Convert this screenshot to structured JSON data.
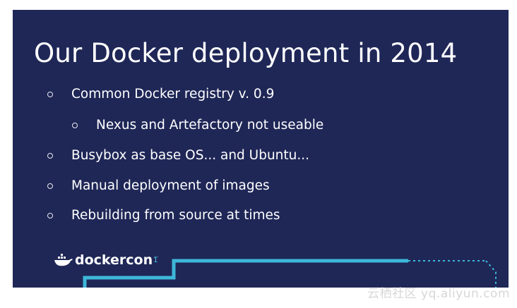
{
  "slide": {
    "title": "Our Docker deployment in 2014",
    "bullets": [
      {
        "text": "Common Docker registry v. 0.9"
      },
      {
        "text": "Nexus and Artefactory not useable"
      },
      {
        "text": "Busybox as base OS... and Ubuntu..."
      },
      {
        "text": "Manual deployment of images"
      },
      {
        "text": "Rebuilding from source at times"
      }
    ],
    "logo": {
      "icon": "docker-whale-icon",
      "text": "dockercon",
      "superscript": "1̅"
    }
  },
  "watermark": "云栖社区 yq.aliyun.com",
  "colors": {
    "slide_background": "#1f2757",
    "text": "#ffffff",
    "accent": "#3db7d8",
    "page_background": "#ffffff",
    "watermark": "#d7d7d7"
  }
}
